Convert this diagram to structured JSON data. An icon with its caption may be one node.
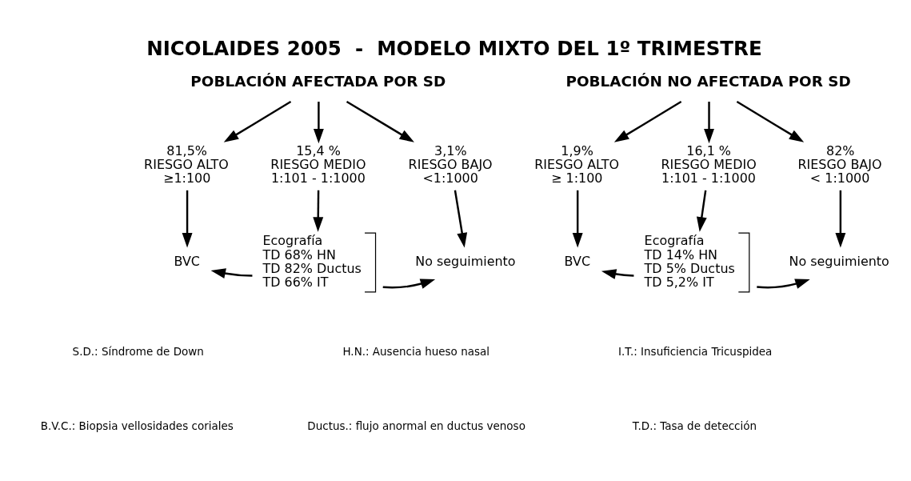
{
  "diagram": {
    "title": "NICOLAIDES 2005  -  MODELO MIXTO DEL 1º TRIMESTRE",
    "nodes": [
      {
        "text": [
          "POBLACIÓN AFECTADA POR SD"
        ]
      },
      {
        "text": [
          "81,5%",
          "RIESGO ALTO",
          "≥1:100"
        ]
      },
      {
        "text": [
          "15,4 %",
          "RIESGO MEDIO",
          "1:101 - 1:1000"
        ]
      },
      {
        "text": [
          "3,1%",
          "RIESGO BAJO",
          "<1:1000"
        ]
      },
      {
        "text": [
          "BVC"
        ]
      },
      {
        "text": [
          "Ecografía",
          "TD 68% HN",
          "TD 82% Ductus",
          "TD 66% IT"
        ]
      },
      {
        "text": [
          "No seguimiento"
        ]
      },
      {
        "text": [
          "POBLACIÓN NO AFECTADA POR SD"
        ]
      },
      {
        "text": [
          "1,9%",
          "RIESGO ALTO",
          "≥ 1:100"
        ]
      },
      {
        "text": [
          "16,1 %",
          "RIESGO MEDIO",
          "1:101 - 1:1000"
        ]
      },
      {
        "text": [
          "82%",
          "RIESGO BAJO",
          "< 1:1000"
        ]
      },
      {
        "text": [
          "BVC"
        ]
      },
      {
        "text": [
          "Ecografía",
          "TD 14% HN",
          "TD 5% Ductus",
          "TD 5,2% IT"
        ]
      },
      {
        "text": [
          "No seguimiento"
        ]
      }
    ],
    "edges": [
      {
        "from": 0,
        "to": 1,
        "arrow": "to"
      },
      {
        "from": 0,
        "to": 2,
        "arrow": "to"
      },
      {
        "from": 0,
        "to": 3,
        "arrow": "to"
      },
      {
        "from": 1,
        "to": 4,
        "arrow": "to"
      },
      {
        "from": 2,
        "to": 5,
        "arrow": "to"
      },
      {
        "from": 3,
        "to": 6,
        "arrow": "to"
      },
      {
        "from": 5,
        "to": 4,
        "arrow": "to"
      },
      {
        "from": 5,
        "to": 6,
        "arrow": "to"
      },
      {
        "from": 7,
        "to": 8,
        "arrow": "to"
      },
      {
        "from": 7,
        "to": 9,
        "arrow": "to"
      },
      {
        "from": 7,
        "to": 10,
        "arrow": "to"
      },
      {
        "from": 8,
        "to": 11,
        "arrow": "to"
      },
      {
        "from": 9,
        "to": 12,
        "arrow": "to"
      },
      {
        "from": 10,
        "to": 13,
        "arrow": "to"
      },
      {
        "from": 12,
        "to": 11,
        "arrow": "to"
      },
      {
        "from": 12,
        "to": 13,
        "arrow": "to"
      }
    ],
    "labels": [
      "S.D.: Síndrome de Down",
      "H.N.: Ausencia hueso nasal",
      "I.T.: Insuficiencia Tricuspidea",
      "B.V.C.: Biopsia vellosidades coriales",
      "Ductus.: flujo anormal en ductus venoso",
      "T.D.: Tasa de detección"
    ]
  }
}
